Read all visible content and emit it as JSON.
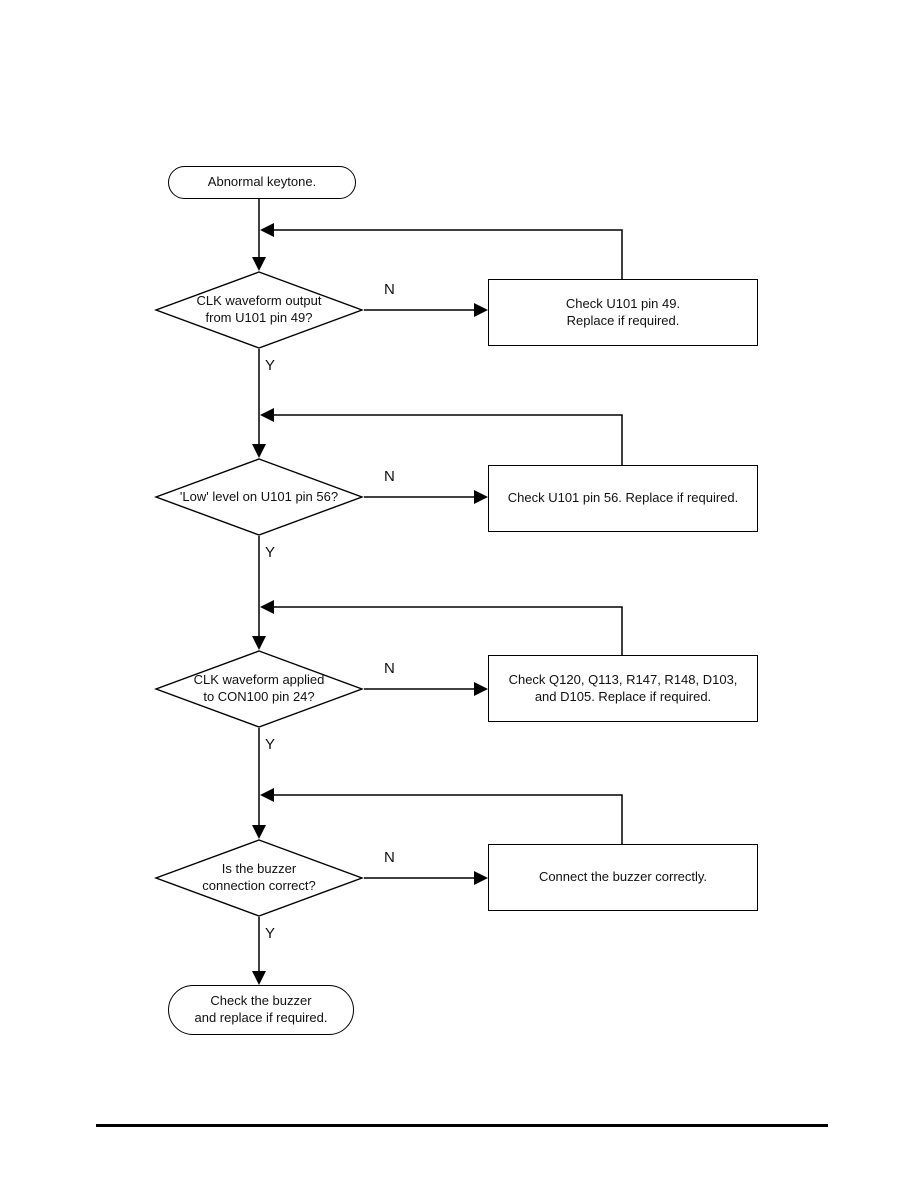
{
  "page": {
    "background_color": "#ffffff",
    "line_color": "#000000",
    "text_color": "#111111"
  },
  "flowchart": {
    "title_semantic": "Abnormal keytone troubleshooting flowchart",
    "start": {
      "label": "Abnormal keytone."
    },
    "steps": [
      {
        "question": "CLK waveform output\nfrom U101 pin 49?",
        "no_label": "N",
        "yes_label": "Y",
        "no_action": "Check U101 pin 49.\nReplace if required."
      },
      {
        "question": "'Low' level on U101 pin 56?",
        "no_label": "N",
        "yes_label": "Y",
        "no_action": "Check U101 pin 56. Replace if required."
      },
      {
        "question": "CLK waveform applied\nto CON100 pin 24?",
        "no_label": "N",
        "yes_label": "Y",
        "no_action": "Check Q120, Q113, R147, R148, D103,\nand D105. Replace if required."
      },
      {
        "question": "Is the buzzer\nconnection correct?",
        "no_label": "N",
        "yes_label": "Y",
        "no_action": "Connect the buzzer correctly."
      }
    ],
    "end": {
      "label": "Check the buzzer\nand replace if required."
    }
  }
}
